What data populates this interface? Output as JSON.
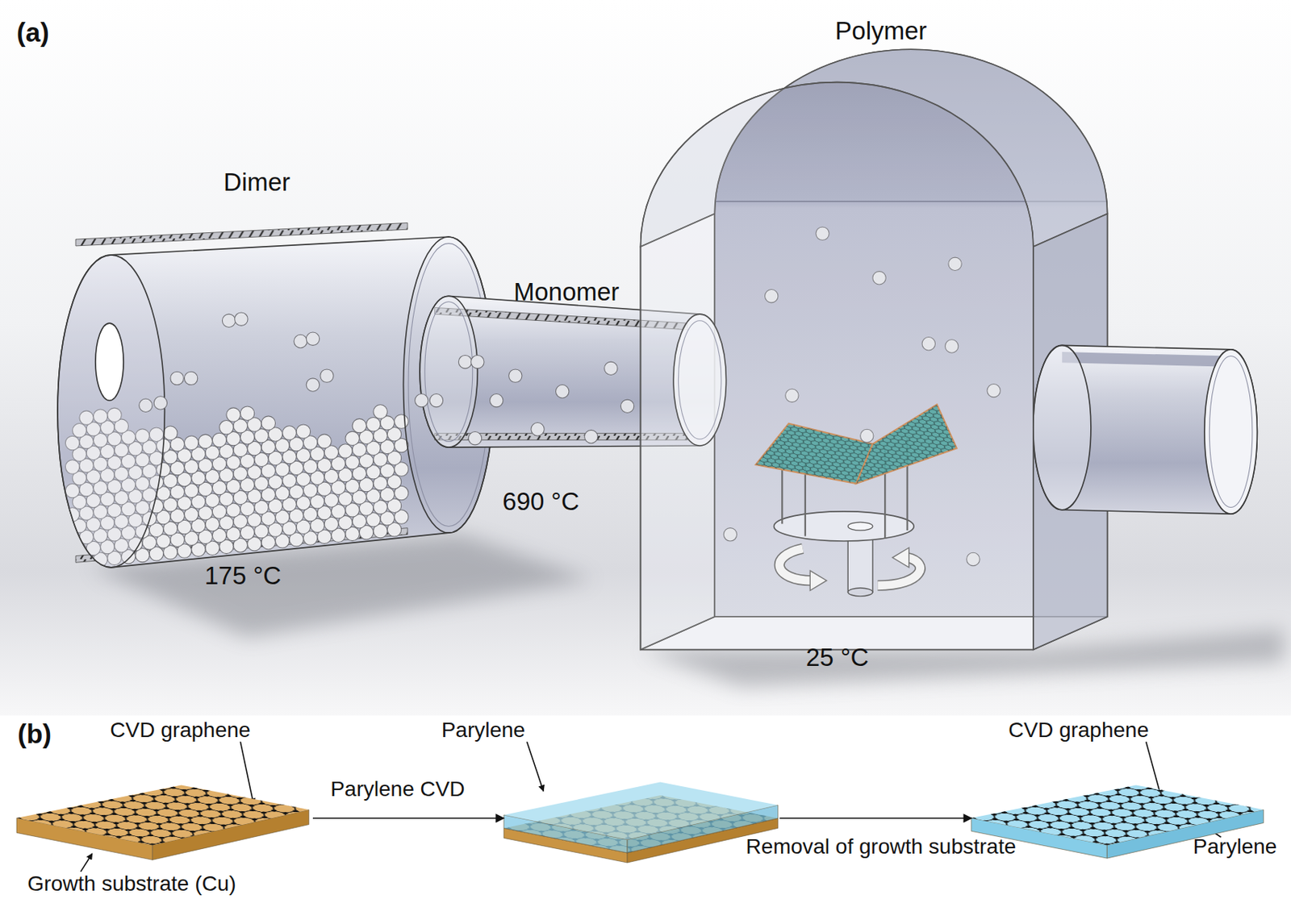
{
  "diagram": {
    "nodes": [
      {
        "text": [
          "CVD graphene",
          "Growth substrate (Cu)"
        ]
      },
      {
        "text": [
          "Parylene"
        ]
      },
      {
        "text": [
          "CVD graphene",
          "Parylene"
        ]
      }
    ],
    "edges": [
      {
        "from": 0,
        "to": 1,
        "arrow": "to",
        "label": "Parylene CVD"
      },
      {
        "from": 1,
        "to": 2,
        "arrow": "to",
        "label": "Removal of growth substrate"
      }
    ],
    "labels": [
      "(a)",
      "Dimer",
      "Monomer",
      "Polymer",
      "175 °C",
      "690 °C",
      "25 °C",
      "(b)"
    ]
  }
}
